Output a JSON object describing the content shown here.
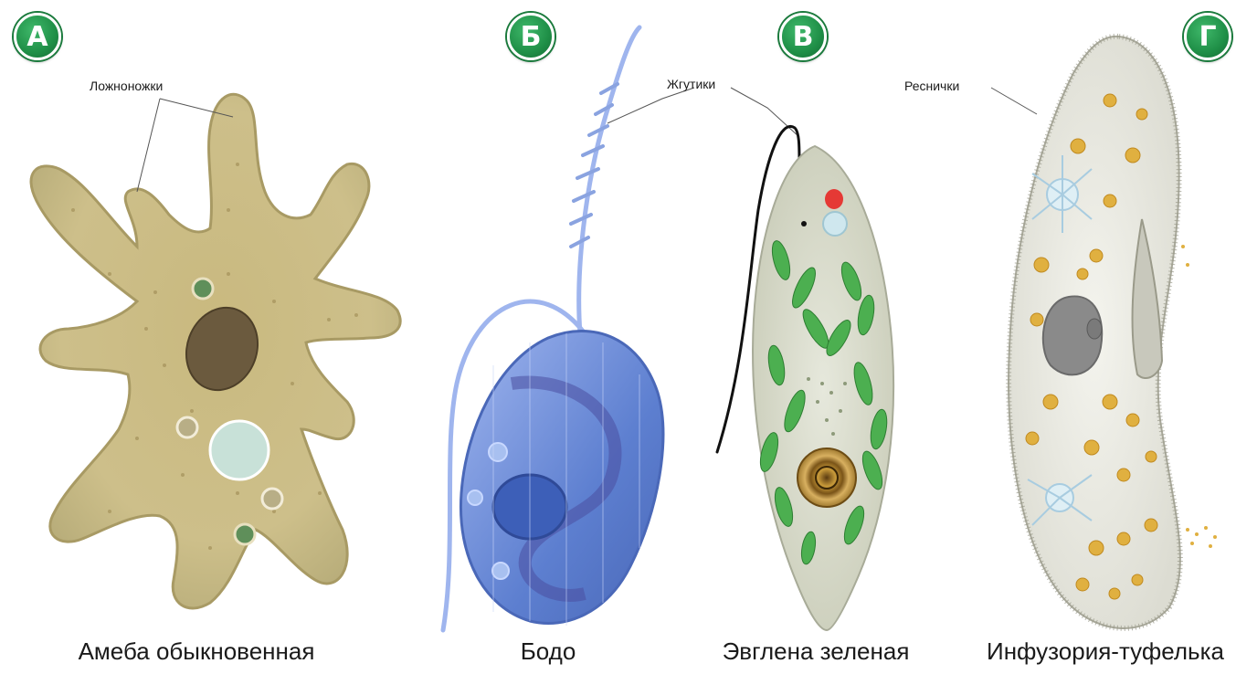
{
  "panels": [
    {
      "letter": "А",
      "caption": "Амеба обыкновенная",
      "callout": "Ложноножки",
      "body_color": "#cdbf8a"
    },
    {
      "letter": "Б",
      "caption": "Бодо",
      "callout": "",
      "body_color": "#6d8fd6"
    },
    {
      "letter": "В",
      "caption": "Эвглена зеленая",
      "callout": "Жгутики",
      "body_color": "#d9dccd"
    },
    {
      "letter": "Г",
      "caption": "Инфузория-туфелька",
      "callout": "Реснички",
      "body_color": "#e8e8e0"
    }
  ],
  "colors": {
    "badge": "#1f8f47",
    "chloroplast": "#4caf50",
    "eyespot": "#e53935",
    "nucleus_amoeba": "#6b5a3e",
    "nucleus_ciliate": "#8a8a8a"
  }
}
